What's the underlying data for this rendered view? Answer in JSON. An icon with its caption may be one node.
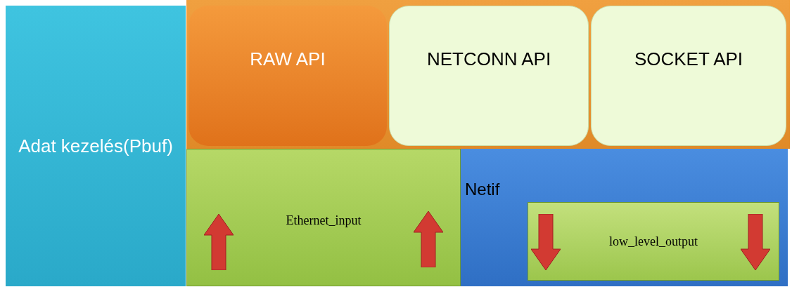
{
  "diagram": {
    "nodes": [
      {
        "text": [
          "Adat kezelés(Pbuf)"
        ]
      },
      {
        "text": [
          "RAW API"
        ]
      },
      {
        "text": [
          "NETCONN API"
        ]
      },
      {
        "text": [
          "SOCKET API"
        ]
      },
      {
        "text": [
          "Ethernet_input"
        ]
      },
      {
        "text": [
          "Netif"
        ]
      },
      {
        "text": [
          "low_level_output"
        ],
        "in": 5
      }
    ],
    "edges": []
  }
}
